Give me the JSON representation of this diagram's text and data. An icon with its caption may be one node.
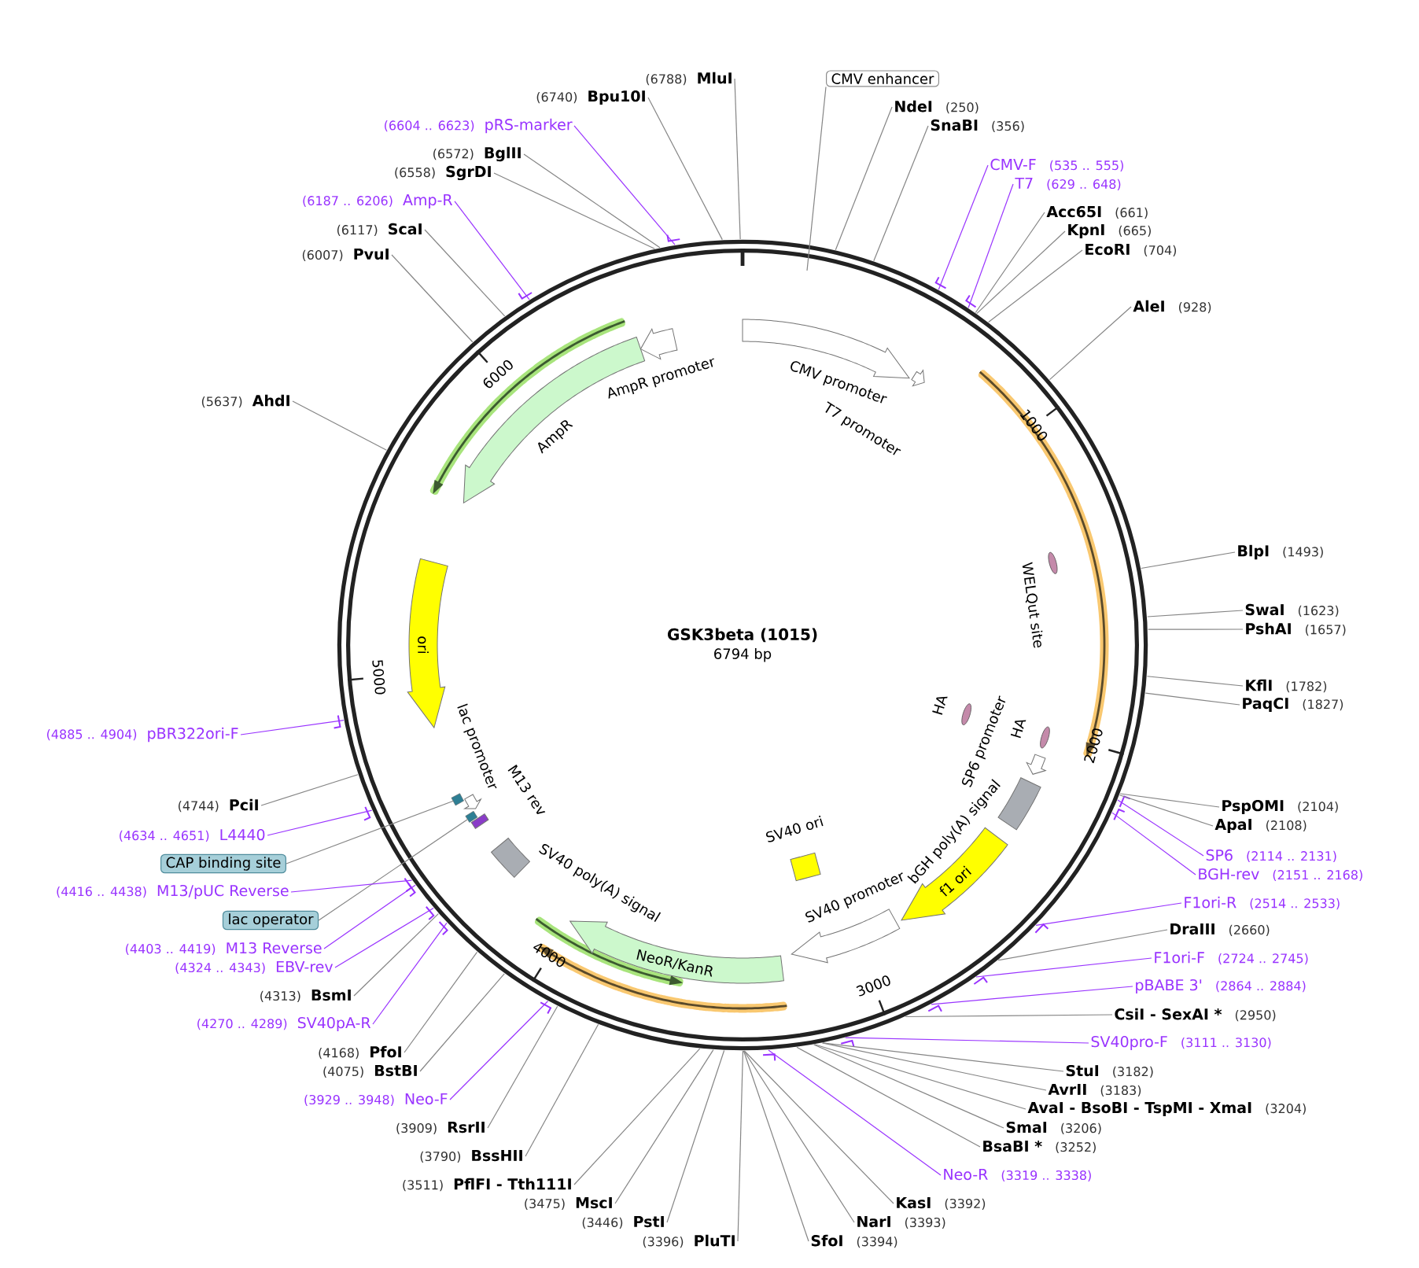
{
  "diagram": {
    "nodes": [
      {
        "text": [
          "GSK3beta (1015)",
          "6794 bp"
        ]
      },
      {
        "text": [
          "CMV enhancer"
        ]
      },
      {
        "text": [
          "NdeI",
          "(250)"
        ]
      },
      {
        "text": [
          "SnaBI",
          "(356)"
        ]
      },
      {
        "text": [
          "CMV-F",
          "(535 .. 555)"
        ]
      },
      {
        "text": [
          "T7",
          "(629 .. 648)"
        ]
      },
      {
        "text": [
          "Acc65I",
          "(661)"
        ]
      },
      {
        "text": [
          "KpnI",
          "(665)"
        ]
      },
      {
        "text": [
          "EcoRI",
          "(704)"
        ]
      },
      {
        "text": [
          "AleI",
          "(928)"
        ]
      },
      {
        "text": [
          "BlpI",
          "(1493)"
        ]
      },
      {
        "text": [
          "SwaI",
          "(1623)"
        ]
      },
      {
        "text": [
          "PshAI",
          "(1657)"
        ]
      },
      {
        "text": [
          "KflI",
          "(1782)"
        ]
      },
      {
        "text": [
          "PaqCI",
          "(1827)"
        ]
      },
      {
        "text": [
          "PspOMI",
          "(2104)"
        ]
      },
      {
        "text": [
          "ApaI",
          "(2108)"
        ]
      },
      {
        "text": [
          "SP6",
          "(2114 .. 2131)"
        ]
      },
      {
        "text": [
          "BGH-rev",
          "(2151 .. 2168)"
        ]
      },
      {
        "text": [
          "F1ori-R",
          "(2514 .. 2533)"
        ]
      },
      {
        "text": [
          "DraIII",
          "(2660)"
        ]
      },
      {
        "text": [
          "F1ori-F",
          "(2724 .. 2745)"
        ]
      },
      {
        "text": [
          "pBABE 3'",
          "(2864 .. 2884)"
        ]
      },
      {
        "text": [
          "CsiI - SexAI *",
          "(2950)"
        ]
      },
      {
        "text": [
          "SV40pro-F",
          "(3111 .. 3130)"
        ]
      },
      {
        "text": [
          "StuI",
          "(3182)"
        ]
      },
      {
        "text": [
          "AvrII",
          "(3183)"
        ]
      },
      {
        "text": [
          "AvaI - BsoBI - TspMI - XmaI",
          "(3204)"
        ]
      },
      {
        "text": [
          "SmaI",
          "(3206)"
        ]
      },
      {
        "text": [
          "BsaBI *",
          "(3252)"
        ]
      },
      {
        "text": [
          "Neo-R",
          "(3319 .. 3338)"
        ]
      },
      {
        "text": [
          "KasI",
          "(3392)"
        ]
      },
      {
        "text": [
          "NarI",
          "(3393)"
        ]
      },
      {
        "text": [
          "SfoI",
          "(3394)"
        ]
      },
      {
        "text": [
          "(3396)",
          "PluTI"
        ]
      },
      {
        "text": [
          "(3446)",
          "PstI"
        ]
      },
      {
        "text": [
          "(3475)",
          "MscI"
        ]
      },
      {
        "text": [
          "(3511)",
          "PflFI - Tth111I"
        ]
      },
      {
        "text": [
          "(3790)",
          "BssHII"
        ]
      },
      {
        "text": [
          "(3909)",
          "RsrII"
        ]
      },
      {
        "text": [
          "(3929 .. 3948)",
          "Neo-F"
        ]
      },
      {
        "text": [
          "(4075)",
          "BstBI"
        ]
      },
      {
        "text": [
          "(4168)",
          "PfoI"
        ]
      },
      {
        "text": [
          "(4270 .. 4289)",
          "SV40pA-R"
        ]
      },
      {
        "text": [
          "(4313)",
          "BsmI"
        ]
      },
      {
        "text": [
          "(4324 .. 4343)",
          "EBV-rev"
        ]
      },
      {
        "text": [
          "(4403 .. 4419)",
          "M13 Reverse"
        ]
      },
      {
        "text": [
          "lac operator"
        ]
      },
      {
        "text": [
          "(4416 .. 4438)",
          "M13/pUC Reverse"
        ]
      },
      {
        "text": [
          "CAP binding site"
        ]
      },
      {
        "text": [
          "(4634 .. 4651)",
          "L4440"
        ]
      },
      {
        "text": [
          "(4744)",
          "PciI"
        ]
      },
      {
        "text": [
          "(4885 .. 4904)",
          "pBR322ori-F"
        ]
      },
      {
        "text": [
          "(5637)",
          "AhdI"
        ]
      },
      {
        "text": [
          "(6007)",
          "PvuI"
        ]
      },
      {
        "text": [
          "(6117)",
          "ScaI"
        ]
      },
      {
        "text": [
          "(6187 .. 6206)",
          "Amp-R"
        ]
      },
      {
        "text": [
          "(6558)",
          "SgrDI"
        ]
      },
      {
        "text": [
          "(6572)",
          "BglII"
        ]
      },
      {
        "text": [
          "(6604 .. 6623)",
          "pRS-marker"
        ]
      },
      {
        "text": [
          "(6740)",
          "Bpu10I"
        ]
      },
      {
        "text": [
          "(6788)",
          "MluI"
        ]
      },
      {
        "text": [
          "CMV promoter"
        ],
        "in": 0
      },
      {
        "text": [
          "T7 promoter"
        ],
        "in": 0
      },
      {
        "text": [
          "WELQut site"
        ],
        "in": 0
      },
      {
        "text": [
          "HA"
        ],
        "in": 0
      },
      {
        "text": [
          "HA"
        ],
        "in": 0
      },
      {
        "text": [
          "SP6 promoter"
        ],
        "in": 0
      },
      {
        "text": [
          "bGH poly(A) signal"
        ],
        "in": 0
      },
      {
        "text": [
          "f1 ori"
        ],
        "in": 0
      },
      {
        "text": [
          "SV40 ori"
        ],
        "in": 0
      },
      {
        "text": [
          "SV40 promoter"
        ],
        "in": 0
      },
      {
        "text": [
          "NeoR/KanR"
        ],
        "in": 0
      },
      {
        "text": [
          "SV40 poly(A) signal"
        ],
        "in": 0
      },
      {
        "text": [
          "M13 rev"
        ],
        "in": 0
      },
      {
        "text": [
          "lac promoter"
        ],
        "in": 0
      },
      {
        "text": [
          "ori"
        ],
        "in": 0
      },
      {
        "text": [
          "AmpR"
        ],
        "in": 0
      },
      {
        "text": [
          "AmpR promoter"
        ],
        "in": 0
      },
      {
        "text": [],
        "shape": "box",
        "in": 0
      },
      {
        "text": [],
        "shape": "box",
        "in": 0
      }
    ],
    "edges": [
      {
        "from": 1,
        "to": null,
        "arrow": "none"
      },
      {
        "from": 2,
        "to": 0,
        "arrow": "none"
      },
      {
        "from": 3,
        "to": 0,
        "arrow": "none"
      },
      {
        "from": 4,
        "to": 0,
        "arrow": "none",
        "color": "#9933ff"
      },
      {
        "from": 5,
        "to": 0,
        "arrow": "none",
        "color": "#9933ff"
      },
      {
        "from": 6,
        "to": 0,
        "arrow": "none"
      },
      {
        "from": 7,
        "to": 0,
        "arrow": "none"
      },
      {
        "from": 8,
        "to": 0,
        "arrow": "none"
      },
      {
        "from": 9,
        "to": 0,
        "arrow": "none"
      },
      {
        "from": 10,
        "to": 0,
        "arrow": "none"
      },
      {
        "from": 11,
        "to": 0,
        "arrow": "none"
      },
      {
        "from": 12,
        "to": 0,
        "arrow": "none"
      },
      {
        "from": 13,
        "to": 0,
        "arrow": "none"
      },
      {
        "from": 14,
        "to": 0,
        "arrow": "none"
      },
      {
        "from": 15,
        "to": 0,
        "arrow": "none"
      },
      {
        "from": 16,
        "to": 0,
        "arrow": "none"
      },
      {
        "from": 17,
        "to": 0,
        "arrow": "none",
        "color": "#9933ff"
      },
      {
        "from": 18,
        "to": 0,
        "arrow": "none",
        "color": "#9933ff"
      },
      {
        "from": 19,
        "to": 0,
        "arrow": "none",
        "color": "#9933ff"
      },
      {
        "from": 20,
        "to": 0,
        "arrow": "none"
      },
      {
        "from": 21,
        "to": 0,
        "arrow": "none",
        "color": "#9933ff"
      },
      {
        "from": 22,
        "to": 0,
        "arrow": "none",
        "color": "#9933ff"
      },
      {
        "from": 23,
        "to": 0,
        "arrow": "none"
      },
      {
        "from": 24,
        "to": 0,
        "arrow": "none",
        "color": "#9933ff"
      },
      {
        "from": 25,
        "to": 0,
        "arrow": "none"
      },
      {
        "from": 26,
        "to": 0,
        "arrow": "none"
      },
      {
        "from": 27,
        "to": 0,
        "arrow": "none"
      },
      {
        "from": 28,
        "to": 0,
        "arrow": "none"
      },
      {
        "from": 29,
        "to": 0,
        "arrow": "none"
      },
      {
        "from": 30,
        "to": 0,
        "arrow": "none",
        "color": "#9933ff"
      },
      {
        "from": 31,
        "to": 0,
        "arrow": "none"
      },
      {
        "from": 32,
        "to": 0,
        "arrow": "none"
      },
      {
        "from": 33,
        "to": 0,
        "arrow": "none"
      },
      {
        "from": 34,
        "to": 0,
        "arrow": "none"
      },
      {
        "from": 35,
        "to": 0,
        "arrow": "none"
      },
      {
        "from": 36,
        "to": 0,
        "arrow": "none"
      },
      {
        "from": 37,
        "to": 0,
        "arrow": "none"
      },
      {
        "from": 38,
        "to": 0,
        "arrow": "none"
      },
      {
        "from": 39,
        "to": 0,
        "arrow": "none"
      },
      {
        "from": 40,
        "to": 0,
        "arrow": "none",
        "color": "#9933ff"
      },
      {
        "from": 41,
        "to": 0,
        "arrow": "none"
      },
      {
        "from": 42,
        "to": 0,
        "arrow": "none"
      },
      {
        "from": 43,
        "to": 0,
        "arrow": "none",
        "color": "#9933ff"
      },
      {
        "from": 44,
        "to": 0,
        "arrow": "none"
      },
      {
        "from": 45,
        "to": 0,
        "arrow": "none",
        "color": "#9933ff"
      },
      {
        "from": 46,
        "to": 0,
        "arrow": "none",
        "color": "#9933ff"
      },
      {
        "from": 47,
        "to": 80,
        "arrow": "none"
      },
      {
        "from": 48,
        "to": 0,
        "arrow": "none",
        "color": "#9933ff"
      },
      {
        "from": 49,
        "to": 79,
        "arrow": "none"
      },
      {
        "from": 50,
        "to": 0,
        "arrow": "none",
        "color": "#9933ff"
      },
      {
        "from": 51,
        "to": 0,
        "arrow": "none"
      },
      {
        "from": 52,
        "to": 0,
        "arrow": "none",
        "color": "#9933ff"
      },
      {
        "from": 53,
        "to": 0,
        "arrow": "none"
      },
      {
        "from": 54,
        "to": 0,
        "arrow": "none"
      },
      {
        "from": 55,
        "to": 0,
        "arrow": "none"
      },
      {
        "from": 56,
        "to": 0,
        "arrow": "none",
        "color": "#9933ff"
      },
      {
        "from": 57,
        "to": 0,
        "arrow": "none"
      },
      {
        "from": 58,
        "to": 0,
        "arrow": "none"
      },
      {
        "from": 59,
        "to": 0,
        "arrow": "none",
        "color": "#9933ff"
      },
      {
        "from": 60,
        "to": 0,
        "arrow": "none"
      },
      {
        "from": 61,
        "to": 0,
        "arrow": "none"
      }
    ],
    "labels": [
      "1000",
      "2000",
      "3000",
      "4000",
      "5000",
      "6000"
    ]
  }
}
